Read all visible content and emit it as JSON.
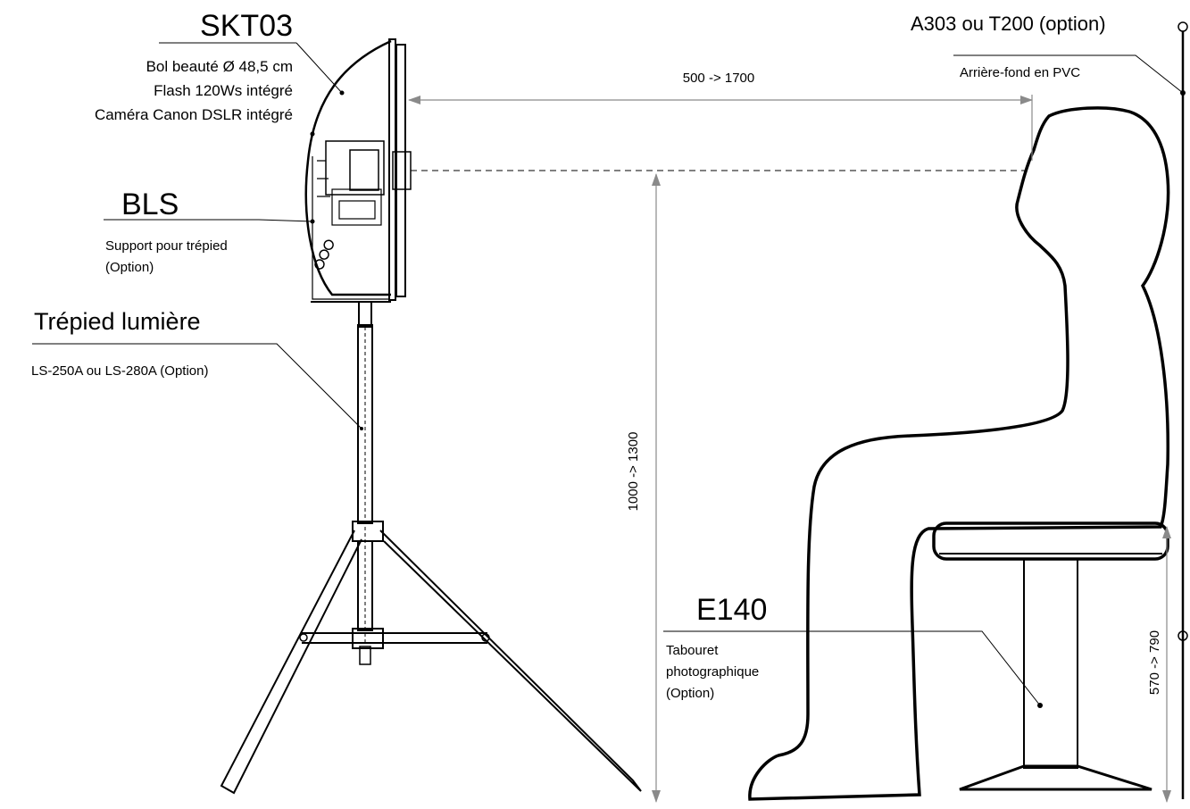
{
  "labels": {
    "skt03": {
      "title": "SKT03",
      "line1": "Bol beauté Ø 48,5 cm",
      "line2": "Flash 120Ws intégré",
      "line3": "Caméra Canon DSLR intégré"
    },
    "bls": {
      "title": "BLS",
      "line1": "Support pour trépied",
      "line2": "(Option)"
    },
    "tripod": {
      "title": "Trépied lumière",
      "line1": "LS-250A ou LS-280A (Option)"
    },
    "e140": {
      "title": "E140",
      "line1": "Tabouret",
      "line2": "photographique",
      "line3": "(Option)"
    },
    "background": {
      "title": "A303 ou T200 (option)",
      "line1": "Arrière-fond en PVC"
    }
  },
  "dimensions": {
    "distance": "500 -> 1700",
    "height": "1000 -> 1300",
    "seat_height": "570 -> 790"
  },
  "colors": {
    "dimension_line": "#8a8a8a",
    "drawing": "#000000"
  }
}
